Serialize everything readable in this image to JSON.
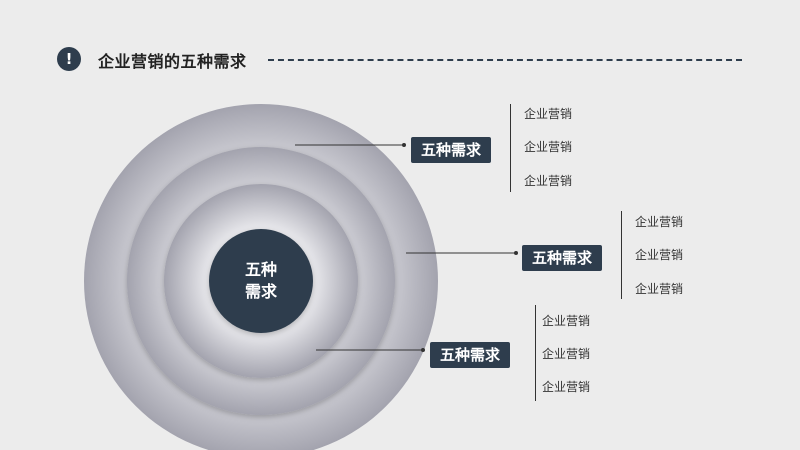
{
  "header": {
    "icon_symbol": "!",
    "title": "企业营销的五种需求"
  },
  "diagram": {
    "center_line1": "五种",
    "center_line2": "需求",
    "groups": [
      {
        "tag": "五种需求",
        "items": [
          "企业营销",
          "企业营销",
          "企业营销"
        ]
      },
      {
        "tag": "五种需求",
        "items": [
          "企业营销",
          "企业营销",
          "企业营销"
        ]
      },
      {
        "tag": "五种需求",
        "items": [
          "企业营销",
          "企业营销",
          "企业营销"
        ]
      }
    ]
  },
  "colors": {
    "accent": "#2e3d4d",
    "background": "#ececec",
    "ring_light": "#f7f7f9",
    "ring_dark": "#a3a3ae"
  },
  "icons": [
    "exclamation-icon"
  ]
}
